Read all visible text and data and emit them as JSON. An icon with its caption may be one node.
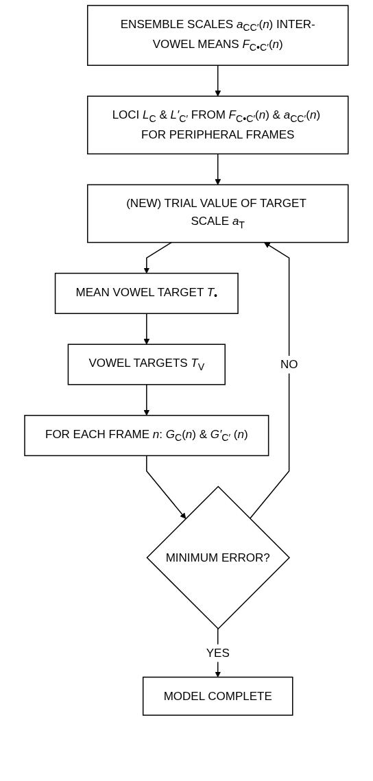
{
  "diagram": {
    "nodes": [
      {
        "text": [
          "ENSEMBLE SCALES *a*$_{CC′}$(*n*) INTER-VOWEL MEANS *F*$_{C•C′}$(*n*)"
        ]
      },
      {
        "text": [
          "LOCI *L*$_{C}$ & *L′*$_{C′}$ FROM *F*$_{C•C′}$(*n*) & *a*$_{CC′}$(*n*) FOR PERIPHERAL FRAMES"
        ]
      },
      {
        "text": [
          "(NEW) TRIAL VALUE OF TARGET SCALE *a*$_{T}$"
        ]
      },
      {
        "text": [
          "MEAN VOWEL TARGET *T*$_{•}$"
        ]
      },
      {
        "text": [
          "VOWEL TARGETS *T*$_{V}$"
        ]
      },
      {
        "text": [
          "FOR EACH FRAME *n*: *G*$_{C}$(*n*) & *G′*$_{C′}$ (*n*)"
        ]
      },
      {
        "text": [
          "MINIMUM ERROR?"
        ]
      },
      {
        "text": [
          "MODEL COMPLETE"
        ]
      }
    ],
    "edges": [
      {
        "from": 0,
        "to": 1,
        "arrow": "to"
      },
      {
        "from": 1,
        "to": 2,
        "arrow": "to"
      },
      {
        "from": 2,
        "to": 3,
        "arrow": "to"
      },
      {
        "from": 3,
        "to": 4,
        "arrow": "to"
      },
      {
        "from": 4,
        "to": 5,
        "arrow": "to"
      },
      {
        "from": 5,
        "to": 6,
        "arrow": "to"
      },
      {
        "from": 6,
        "to": 2,
        "arrow": "to",
        "label": "NO"
      },
      {
        "from": 6,
        "to": 7,
        "arrow": "to",
        "label": "YES"
      }
    ]
  }
}
